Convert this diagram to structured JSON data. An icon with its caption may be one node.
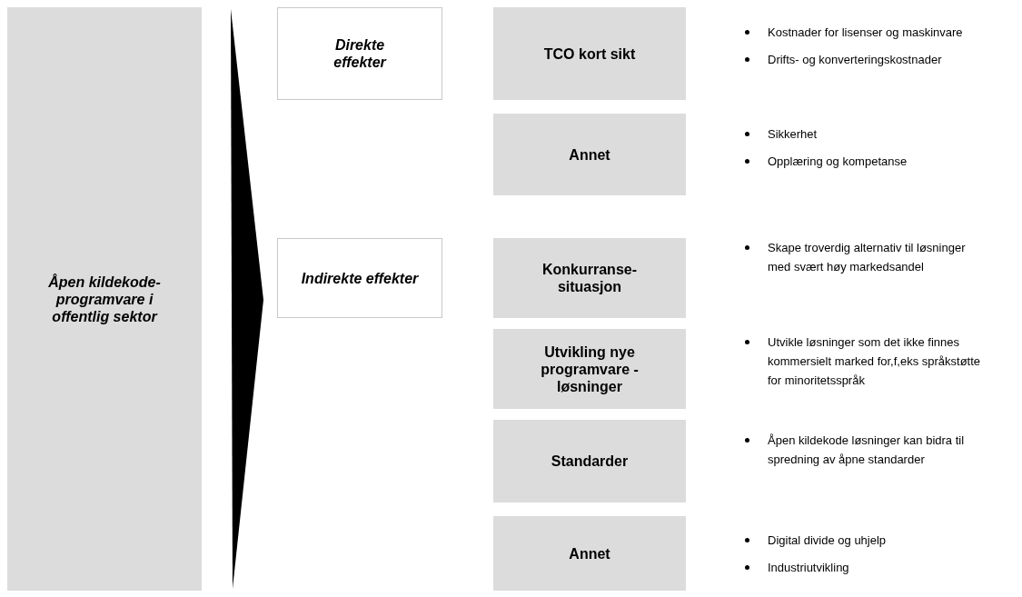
{
  "diagram": {
    "nodes": [
      {
        "text": [
          "Åpen kildekode-programvare i offentlig sektor"
        ]
      },
      {
        "text": [
          "Direkte effekter"
        ]
      },
      {
        "text": [
          "Indirekte effekter"
        ]
      },
      {
        "text": [
          "TCO kort sikt"
        ]
      },
      {
        "text": [
          "Annet"
        ]
      },
      {
        "text": [
          "Konkurranse-situasjon"
        ]
      },
      {
        "text": [
          "Utvikling nye programvare -løsninger"
        ]
      },
      {
        "text": [
          "Standarder"
        ]
      },
      {
        "text": [
          "Annet"
        ]
      }
    ],
    "labels": [
      "Kostnader for lisenser og maskinvare",
      "Drifts- og konverteringskostnader",
      "Sikkerhet",
      "Opplæring og kompetanse",
      "Skape troverdig alternativ til løsninger med svært høy markedsandel",
      "Utvikle løsninger som det ikke finnes kommersielt marked for,f,eks språkstøtte for minoritetsspråk",
      "Åpen kildekode løsninger kan bidra til spredning av åpne standarder",
      "Digital divide og uhjelp",
      "Industriutvikling"
    ]
  }
}
